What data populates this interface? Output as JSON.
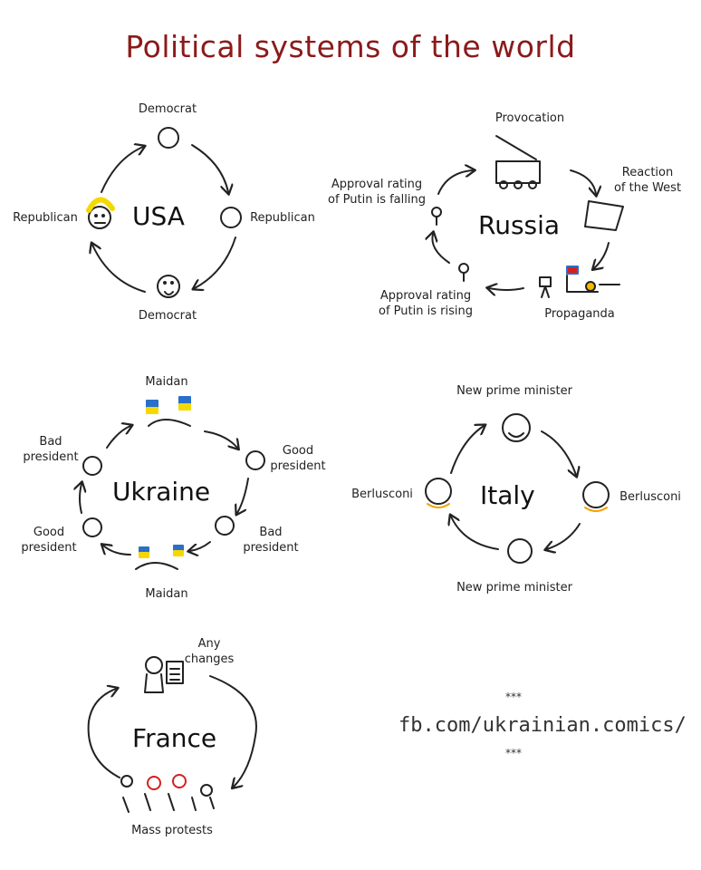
{
  "title": "Political systems of the world",
  "usa": {
    "name": "USA",
    "top": "Democrat",
    "right": "Republican",
    "bottom": "Democrat",
    "left": "Republican"
  },
  "russia": {
    "name": "Russia",
    "top": "Provocation",
    "right": "Reaction\nof the West",
    "bottom_right": "Propaganda",
    "bottom_left": "Approval rating\nof Putin is rising",
    "top_left": "Approval rating\nof Putin is falling"
  },
  "ukraine": {
    "name": "Ukraine",
    "top": "Maidan",
    "right_top": "Good\npresident",
    "right_bottom": "Bad\npresident",
    "bottom": "Maidan",
    "left_bottom": "Good\npresident",
    "left_top": "Bad\npresident"
  },
  "italy": {
    "name": "Italy",
    "top": "New prime minister",
    "right": "Berlusconi",
    "bottom": "New prime minister",
    "left": "Berlusconi"
  },
  "france": {
    "name": "France",
    "top": "Any\nchanges",
    "bottom": "Mass protests"
  },
  "source": {
    "stars_top": "***",
    "url": "fb.com/ukrainian.comics/",
    "stars_bottom": "***"
  },
  "icons": [
    "smiley-face-icon",
    "sad-face-icon",
    "flag-icon",
    "truck-icon",
    "document-icon",
    "protest-crowd-icon"
  ],
  "colors": {
    "title": "#8b1a1a",
    "hair_yellow": "#f5d800",
    "flag_blue": "#2a6fc9",
    "flag_yellow": "#f5d800",
    "protest_red": "#d42020"
  }
}
